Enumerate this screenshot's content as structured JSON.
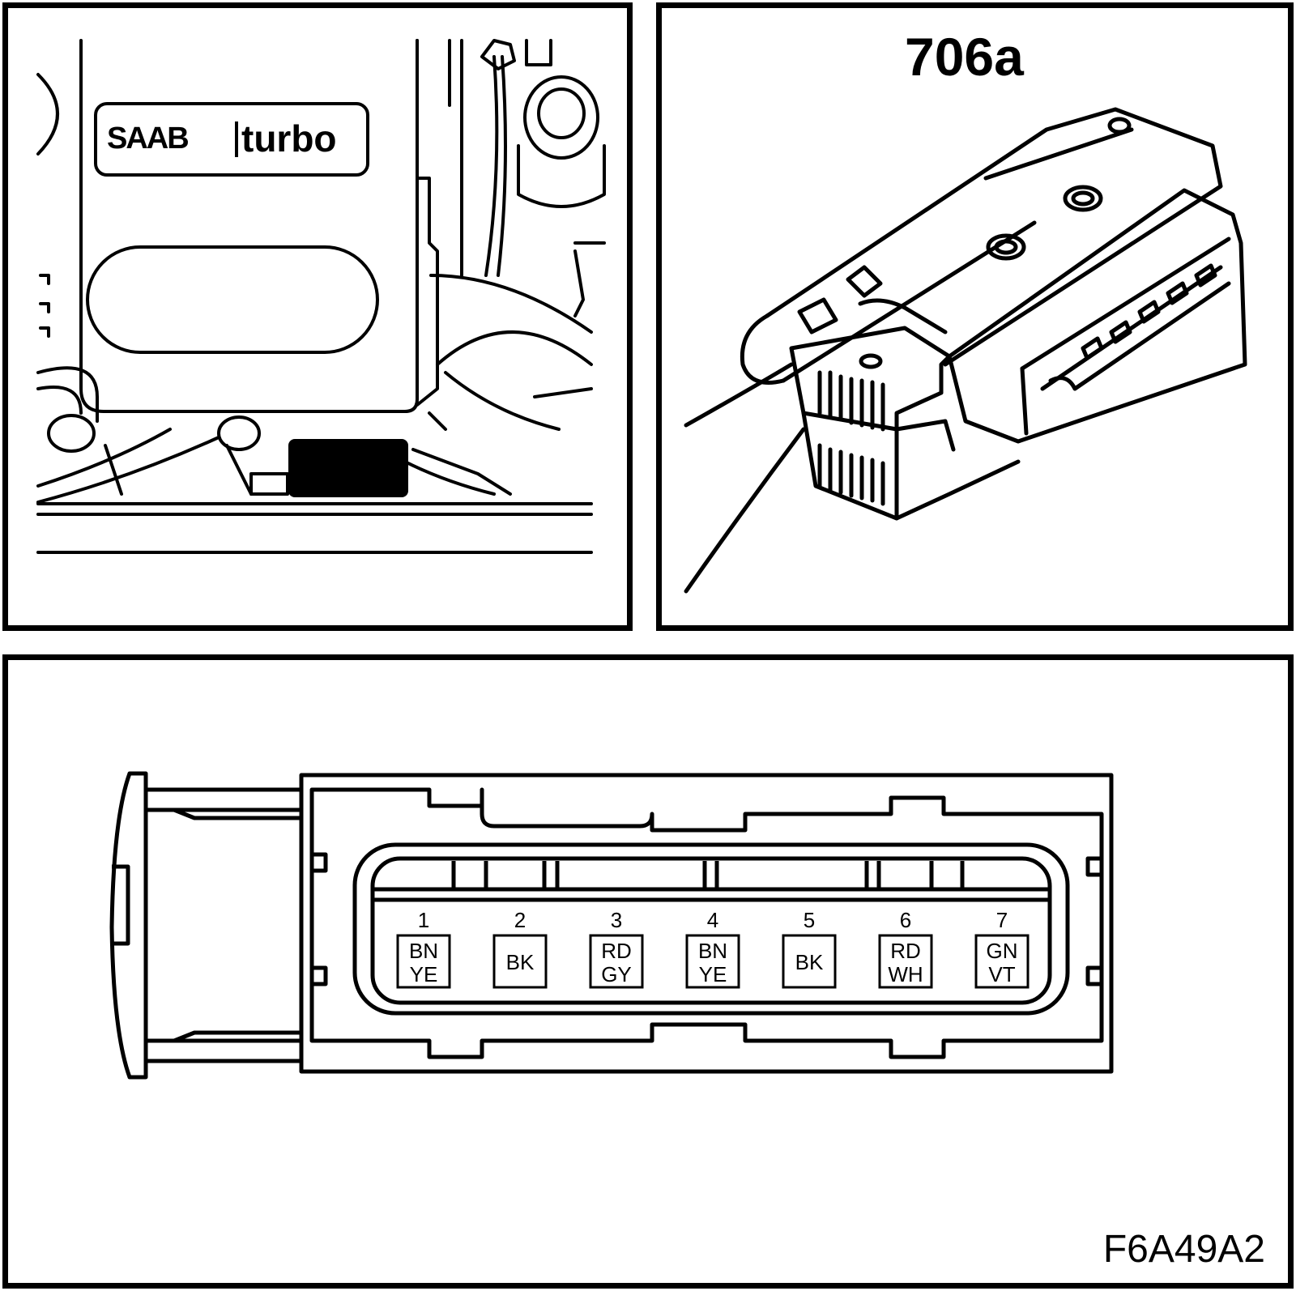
{
  "engine_view": {
    "logo_brand": "SAAB",
    "logo_model": "turbo"
  },
  "connector_view": {
    "title": "706a"
  },
  "pinout": {
    "pins": [
      {
        "number": "1",
        "wire_line1": "BN",
        "wire_line2": "YE"
      },
      {
        "number": "2",
        "wire_line1": "BK",
        "wire_line2": ""
      },
      {
        "number": "3",
        "wire_line1": "RD",
        "wire_line2": "GY"
      },
      {
        "number": "4",
        "wire_line1": "BN",
        "wire_line2": "YE"
      },
      {
        "number": "5",
        "wire_line1": "BK",
        "wire_line2": ""
      },
      {
        "number": "6",
        "wire_line1": "RD",
        "wire_line2": "WH"
      },
      {
        "number": "7",
        "wire_line1": "GN",
        "wire_line2": "VT"
      }
    ]
  },
  "figure_code": "F6A49A2"
}
